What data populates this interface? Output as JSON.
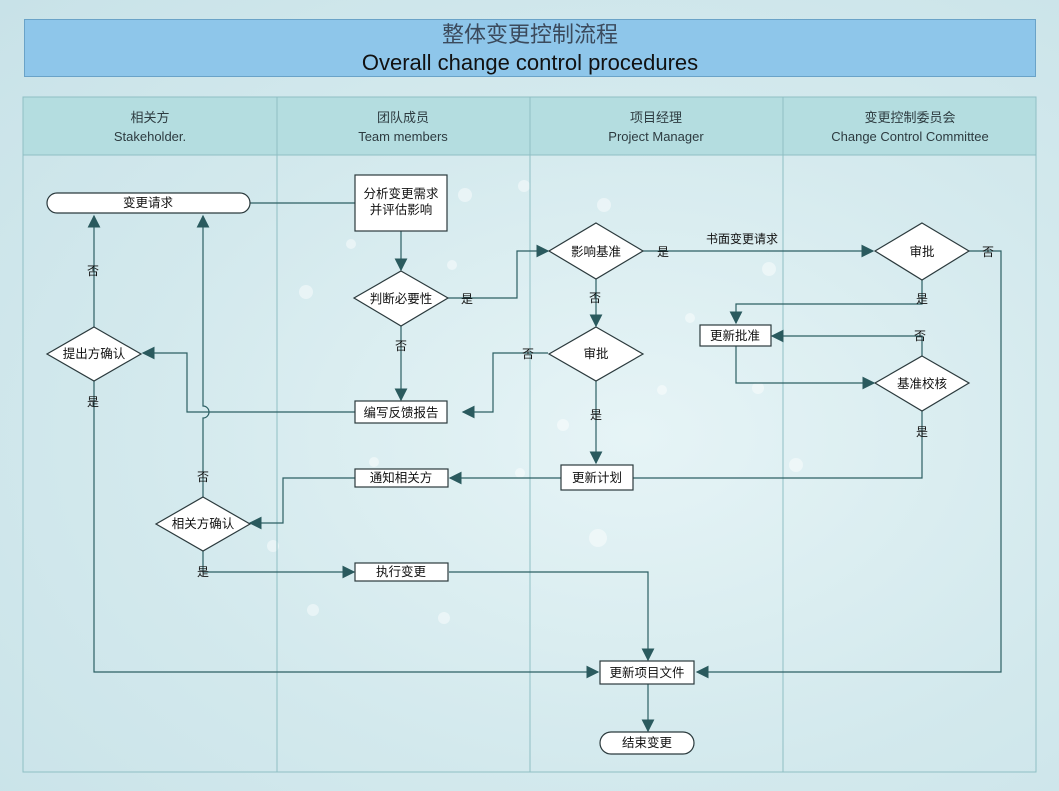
{
  "title": {
    "cn": "整体变更控制流程",
    "en": "Overall change control procedures"
  },
  "lanes": [
    {
      "cn": "相关方",
      "en": "Stakeholder."
    },
    {
      "cn": "团队成员",
      "en": "Team members"
    },
    {
      "cn": "项目经理",
      "en": "Project Manager"
    },
    {
      "cn": "变更控制委员会",
      "en": "Change Control Committee"
    }
  ],
  "nodes": {
    "change_request": "变更请求",
    "analyze_line1": "分析变更需求",
    "analyze_line2": "并评估影响",
    "necessity": "判断必要性",
    "impact_baseline": "影响基准",
    "pm_approve": "审批",
    "ccb_approve": "审批",
    "update_approval": "更新批准",
    "baseline_check": "基准校核",
    "submitter_confirm": "提出方确认",
    "write_feedback": "编写反馈报告",
    "notify_stakeholder": "通知相关方",
    "update_plan": "更新计划",
    "stakeholder_confirm": "相关方确认",
    "execute_change": "执行变更",
    "update_docs": "更新项目文件",
    "end_change": "结束变更"
  },
  "edge_labels": {
    "yes": "是",
    "no": "否",
    "written_request": "书面变更请求"
  },
  "colors": {
    "title_bg": "#8ec6ea",
    "lane_header_bg": "#b4dde0",
    "edge": "#2c5f63",
    "arrow": "#2a5a5e"
  }
}
